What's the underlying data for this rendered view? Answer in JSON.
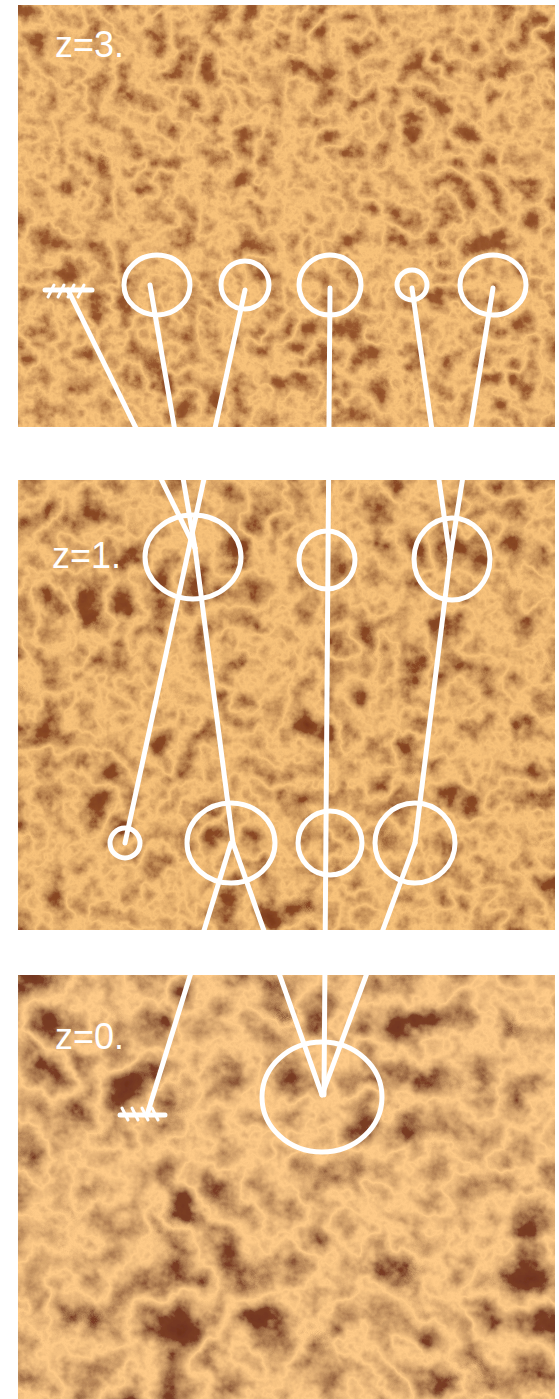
{
  "diagram": {
    "nodes": [
      {
        "text": [
          "z=3."
        ]
      },
      {
        "text": [
          "z=1."
        ]
      },
      {
        "text": [
          "z=0."
        ]
      }
    ]
  }
}
